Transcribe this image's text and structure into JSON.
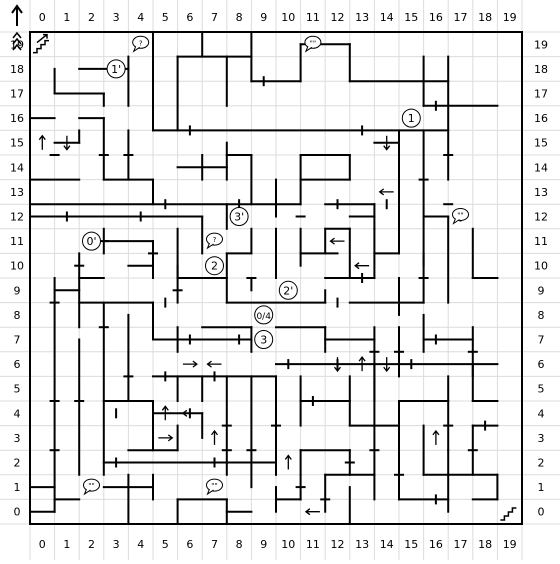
{
  "map": {
    "columns": 20,
    "rows": 20,
    "col_labels": [
      "0",
      "1",
      "2",
      "3",
      "4",
      "5",
      "6",
      "7",
      "8",
      "9",
      "10",
      "11",
      "12",
      "13",
      "14",
      "15",
      "16",
      "17",
      "18",
      "19"
    ],
    "row_labels": [
      "19",
      "18",
      "17",
      "16",
      "15",
      "14",
      "13",
      "12",
      "11",
      "10",
      "9",
      "8",
      "7",
      "6",
      "5",
      "4",
      "3",
      "2",
      "1",
      "0"
    ],
    "colors": {
      "grid": "#dcdcdc",
      "wall": "#000000",
      "border": "#000000",
      "label": "#000000",
      "marker_fill": "#ffffff"
    },
    "labels": [
      {
        "text": "1'",
        "col": 3,
        "row": 18
      },
      {
        "text": "1",
        "col": 15,
        "row": 16
      },
      {
        "text": "0'",
        "col": 2,
        "row": 11
      },
      {
        "text": "3'",
        "col": 8,
        "row": 12
      },
      {
        "text": "2",
        "col": 7,
        "row": 10
      },
      {
        "text": "2'",
        "col": 10,
        "row": 9
      },
      {
        "text": "0/4",
        "col": 9,
        "row": 8
      },
      {
        "text": "3",
        "col": 9,
        "row": 7
      }
    ],
    "items": [
      {
        "icon": "question-bubble-icon",
        "text": "?",
        "col": 4,
        "row": 19
      },
      {
        "icon": "question-bubble-icon",
        "text": "?",
        "col": 7,
        "row": 11
      },
      {
        "icon": "speech-bubble-icon",
        "text": "\"\"",
        "col": 11,
        "row": 19
      },
      {
        "icon": "speech-bubble-icon",
        "text": "\"\"",
        "col": 17,
        "row": 12
      },
      {
        "icon": "speech-bubble-icon",
        "text": "\"\"",
        "col": 2,
        "row": 1
      },
      {
        "icon": "speech-bubble-icon",
        "text": "\"\"",
        "col": 7,
        "row": 1
      }
    ],
    "stairs": [
      {
        "icon": "stairs-up-icon",
        "col": 0,
        "row": 19
      },
      {
        "icon": "stairs-down-icon",
        "col": 19,
        "row": 0
      }
    ],
    "north_marker": {
      "icon": "north-arrow-icon"
    },
    "arrows": [
      {
        "dir": "down",
        "col": 1,
        "row": 15
      },
      {
        "dir": "up",
        "col": 0,
        "row": 15
      },
      {
        "dir": "down",
        "col": 14,
        "row": 15
      },
      {
        "dir": "left",
        "col": 14,
        "row": 13
      },
      {
        "dir": "left",
        "col": 12,
        "row": 11
      },
      {
        "dir": "left",
        "col": 13,
        "row": 10
      },
      {
        "dir": "right",
        "col": 6,
        "row": 6
      },
      {
        "dir": "left",
        "col": 7,
        "row": 6
      },
      {
        "dir": "up",
        "col": 5,
        "row": 4
      },
      {
        "dir": "left",
        "col": 6,
        "row": 4
      },
      {
        "dir": "up",
        "col": 7,
        "row": 3
      },
      {
        "dir": "right",
        "col": 5,
        "row": 3
      },
      {
        "dir": "down",
        "col": 12,
        "row": 6
      },
      {
        "dir": "down",
        "col": 14,
        "row": 6
      },
      {
        "dir": "up",
        "col": 16,
        "row": 3
      },
      {
        "dir": "up",
        "col": 10,
        "row": 2
      },
      {
        "dir": "left",
        "col": 11,
        "row": 0
      },
      {
        "dir": "up",
        "col": 13,
        "row": 6
      }
    ]
  }
}
